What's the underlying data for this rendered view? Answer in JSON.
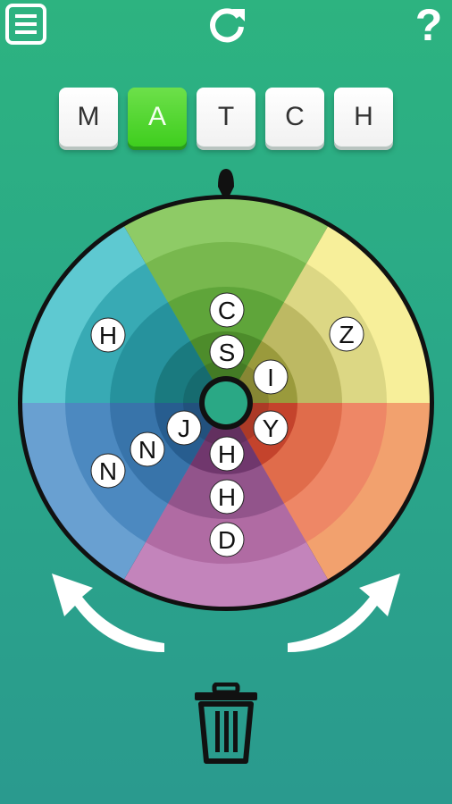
{
  "toolbar": {
    "menu_icon": "menu-icon",
    "restart_icon": "refresh-icon",
    "help_label": "?"
  },
  "word": {
    "tiles": [
      {
        "letter": "M",
        "active": false
      },
      {
        "letter": "A",
        "active": true
      },
      {
        "letter": "T",
        "active": false
      },
      {
        "letter": "C",
        "active": false
      },
      {
        "letter": "H",
        "active": false
      }
    ]
  },
  "wheel": {
    "letters": [
      {
        "ring": "C",
        "sector": "green-top"
      },
      {
        "ring": "S",
        "sector": "green-top"
      },
      {
        "ring": "I",
        "sector": "yellow-right"
      },
      {
        "ring": "Z",
        "sector": "yellow-right"
      },
      {
        "ring": "Y",
        "sector": "orange-right"
      },
      {
        "ring": "H",
        "sector": "purple-bottom"
      },
      {
        "ring": "H",
        "sector": "purple-bottom"
      },
      {
        "ring": "D",
        "sector": "purple-bottom"
      },
      {
        "ring": "J",
        "sector": "blue-left"
      },
      {
        "ring": "N",
        "sector": "blue-left"
      },
      {
        "ring": "N",
        "sector": "blue-left"
      },
      {
        "ring": "H",
        "sector": "teal-left"
      }
    ],
    "colors": {
      "green": "#7cc24f",
      "yellow": "#f3e98c",
      "orange": "#ee8c63",
      "purple": "#b077a8",
      "blue": "#5d97c9",
      "teal": "#4dbac3"
    }
  },
  "controls": {
    "rotate_left_icon": "rotate-left-arrow-icon",
    "rotate_right_icon": "rotate-right-arrow-icon",
    "trash_icon": "trash-icon"
  }
}
